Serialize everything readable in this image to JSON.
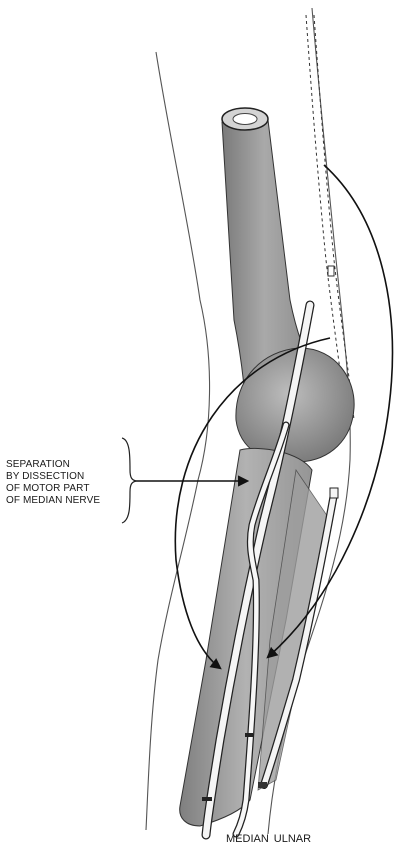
{
  "annotation": {
    "lines": [
      "SEPARATION",
      "BY DISSECTION",
      "OF MOTOR PART",
      "OF MEDIAN NERVE"
    ]
  },
  "nerve_labels": {
    "median": "MEDIAN",
    "ulnar": "ULNAR"
  }
}
